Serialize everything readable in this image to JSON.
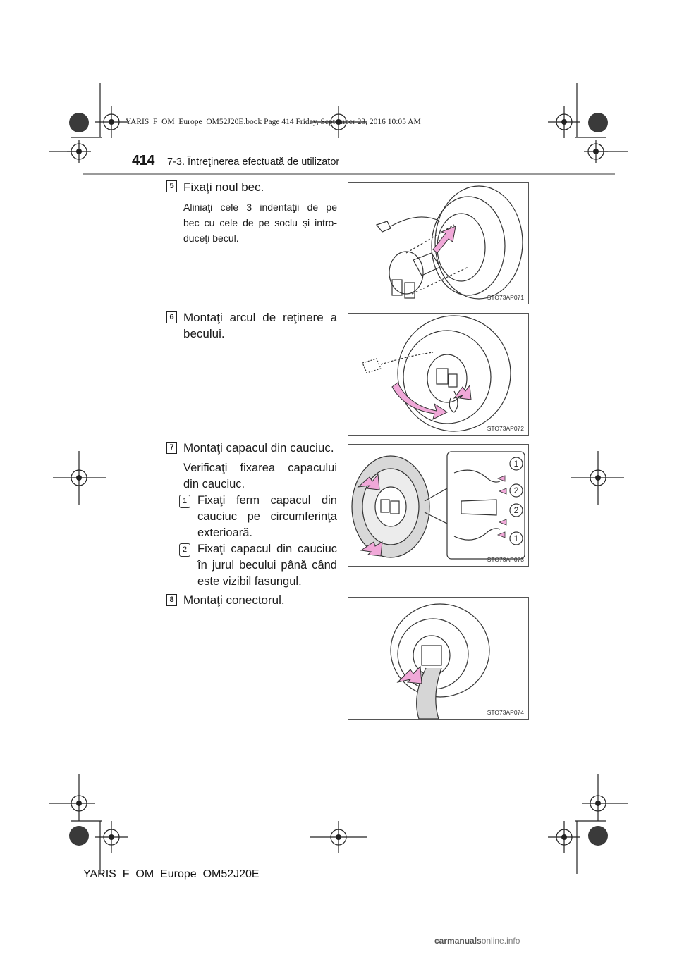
{
  "header": {
    "slug": "YARIS_F_OM_Europe_OM52J20E.book  Page 414  Friday, September 23, 2016  10:05 AM",
    "page_number": "414",
    "section": "7-3. Întreţinerea efectuată de utilizator"
  },
  "steps": [
    {
      "number": "5",
      "title": "Fixaţi noul bec.",
      "desc_lines": [
        "Aliniaţi  cele  3  indentaţii  de  pe",
        "bec cu cele de pe soclu şi intro-",
        "duceţi becul."
      ],
      "figure_code": "STO73AP071"
    },
    {
      "number": "6",
      "title_lines": [
        "Montaţi  arcul  de  reţinere  a",
        "becului."
      ],
      "figure_code": "STO73AP072"
    },
    {
      "number": "7",
      "title": "Montaţi capacul din cauciuc.",
      "check_lines": [
        "Verificaţi  fixarea  capacului",
        "din cauciuc."
      ],
      "substeps": [
        {
          "marker": "1",
          "lines": [
            "Fixaţi  ferm  capacul  din",
            "cauciuc  pe  circumferinţa",
            "exterioară."
          ]
        },
        {
          "marker": "2",
          "lines": [
            "Fixaţi  capacul  din  cauciuc",
            "în  jurul  becului  până  când",
            "este vizibil fasungul."
          ]
        }
      ],
      "figure_code": "STO73AP073",
      "figure_callouts": [
        "1",
        "2",
        "2",
        "1"
      ]
    },
    {
      "number": "8",
      "title": "Montaţi conectorul.",
      "figure_code": "STO73AP074"
    }
  ],
  "footer": {
    "doc_code": "YARIS_F_OM_Europe_OM52J20E"
  },
  "watermark": {
    "prefix": "carmanuals",
    "suffix": "online.info"
  },
  "colors": {
    "accent_arrow": "#f0a8d8",
    "rule": "#9a9a9a"
  }
}
